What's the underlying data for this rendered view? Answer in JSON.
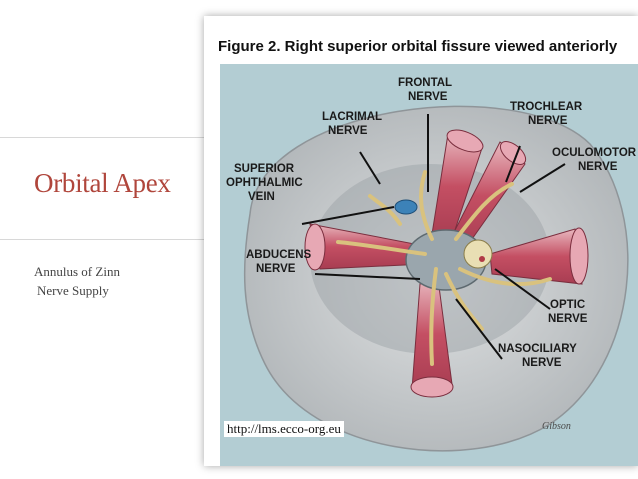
{
  "slide": {
    "title": "Orbital Apex",
    "bullets": [
      "Annulus of Zinn",
      "Nerve Supply"
    ]
  },
  "figure": {
    "caption": "Figure 2. Right superior orbital fissure viewed anteriorly",
    "labels": {
      "frontal": [
        "FRONTAL",
        "NERVE"
      ],
      "lacrimal": [
        "LACRIMAL",
        "NERVE"
      ],
      "trochlear": [
        "TROCHLEAR",
        "NERVE"
      ],
      "oculomotor": [
        "OCULOMOTOR",
        "NERVE"
      ],
      "superior_ophthalmic_vein": [
        "SUPERIOR",
        "OPHTHALMIC",
        "VEIN"
      ],
      "abducens": [
        "ABDUCENS",
        "NERVE"
      ],
      "optic": [
        "OPTIC",
        "NERVE"
      ],
      "nasociliary": [
        "NASOCILIARY",
        "NERVE"
      ]
    },
    "signature": "Gibson",
    "source_url": "http://lms.ecco-org.eu"
  },
  "colors": {
    "title": "#b0463c",
    "background_blue": "#b3cdd3",
    "bone": "#c9ccce",
    "muscle": "#c04e61",
    "nerve": "#e8d49a"
  }
}
